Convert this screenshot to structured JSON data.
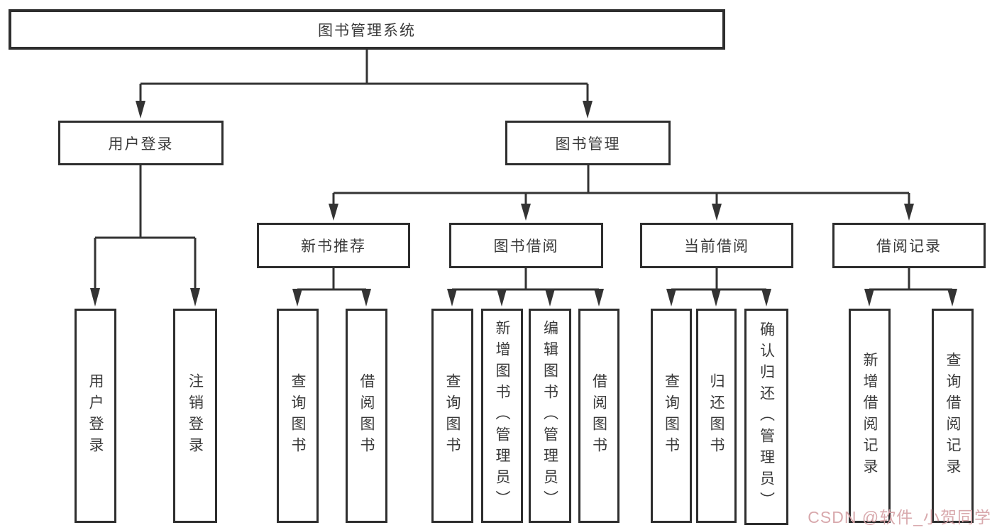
{
  "diagram": {
    "tree": {
      "root": {
        "label": "图书管理系统"
      },
      "login_branch": {
        "label": "用户登录",
        "children": [
          {
            "label": "用户登录"
          },
          {
            "label": "注销登录"
          }
        ]
      },
      "mgmt_branch": {
        "label": "图书管理",
        "sections": [
          {
            "label": "新书推荐",
            "children": [
              {
                "label": "查询图书"
              },
              {
                "label": "借阅图书"
              }
            ]
          },
          {
            "label": "图书借阅",
            "children": [
              {
                "label": "查询图书"
              },
              {
                "label": "新增图书（管理员）"
              },
              {
                "label": "编辑图书（管理员）"
              },
              {
                "label": "借阅图书"
              }
            ]
          },
          {
            "label": "当前借阅",
            "children": [
              {
                "label": "查询图书"
              },
              {
                "label": "归还图书"
              },
              {
                "label": "确认归还（管理员）"
              }
            ]
          },
          {
            "label": "借阅记录",
            "children": [
              {
                "label": "新增借阅记录"
              },
              {
                "label": "查询借阅记录"
              }
            ]
          }
        ]
      }
    },
    "colors": {
      "line": "#333333",
      "box_border": "#2e2e2e",
      "text": "#3a3a3a",
      "background": "#ffffff",
      "watermark": "#d6a3a8"
    }
  },
  "watermark": {
    "text": "CSDN @软件_小贺同学"
  }
}
